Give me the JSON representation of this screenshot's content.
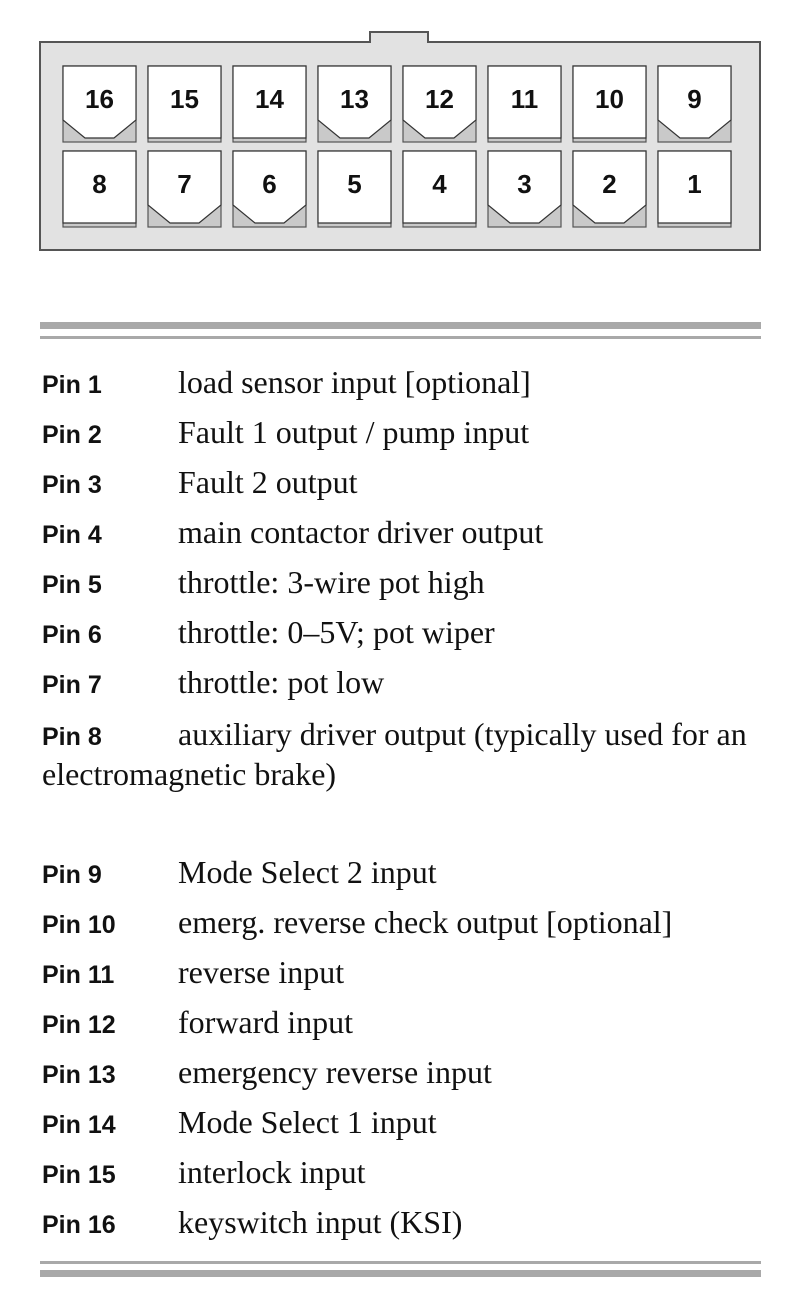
{
  "connector": {
    "top_row": [
      {
        "pin": "16",
        "keyed": true
      },
      {
        "pin": "15",
        "keyed": false
      },
      {
        "pin": "14",
        "keyed": false
      },
      {
        "pin": "13",
        "keyed": true
      },
      {
        "pin": "12",
        "keyed": true
      },
      {
        "pin": "11",
        "keyed": false
      },
      {
        "pin": "10",
        "keyed": false
      },
      {
        "pin": "9",
        "keyed": true
      }
    ],
    "bottom_row": [
      {
        "pin": "8",
        "keyed": false
      },
      {
        "pin": "7",
        "keyed": true
      },
      {
        "pin": "6",
        "keyed": true
      },
      {
        "pin": "5",
        "keyed": false
      },
      {
        "pin": "4",
        "keyed": false
      },
      {
        "pin": "3",
        "keyed": true
      },
      {
        "pin": "2",
        "keyed": true
      },
      {
        "pin": "1",
        "keyed": false
      }
    ]
  },
  "pins_group_1": [
    {
      "label": "Pin 1",
      "desc": "load sensor input [optional]"
    },
    {
      "label": "Pin 2",
      "desc": "Fault 1 output / pump input"
    },
    {
      "label": "Pin 3",
      "desc": "Fault 2 output"
    },
    {
      "label": "Pin 4",
      "desc": "main contactor driver output"
    },
    {
      "label": "Pin 5",
      "desc": "throttle:  3-wire pot high"
    },
    {
      "label": "Pin 6",
      "desc": "throttle:  0–5V; pot wiper"
    },
    {
      "label": "Pin 7",
      "desc": "throttle:  pot low"
    },
    {
      "label": "Pin 8",
      "desc": "auxiliary driver output (typically used for an electromagnetic brake)"
    }
  ],
  "pins_group_2": [
    {
      "label": "Pin 9",
      "desc": "Mode Select 2 input"
    },
    {
      "label": "Pin 10",
      "desc": "emerg. reverse check output [optional]"
    },
    {
      "label": "Pin 11",
      "desc": "reverse input"
    },
    {
      "label": "Pin 12",
      "desc": "forward input"
    },
    {
      "label": "Pin 13",
      "desc": "emergency reverse input"
    },
    {
      "label": "Pin 14",
      "desc": "Mode Select 1 input"
    },
    {
      "label": "Pin 15",
      "desc": "interlock input"
    },
    {
      "label": "Pin 16",
      "desc": "keyswitch input (KSI)"
    }
  ]
}
